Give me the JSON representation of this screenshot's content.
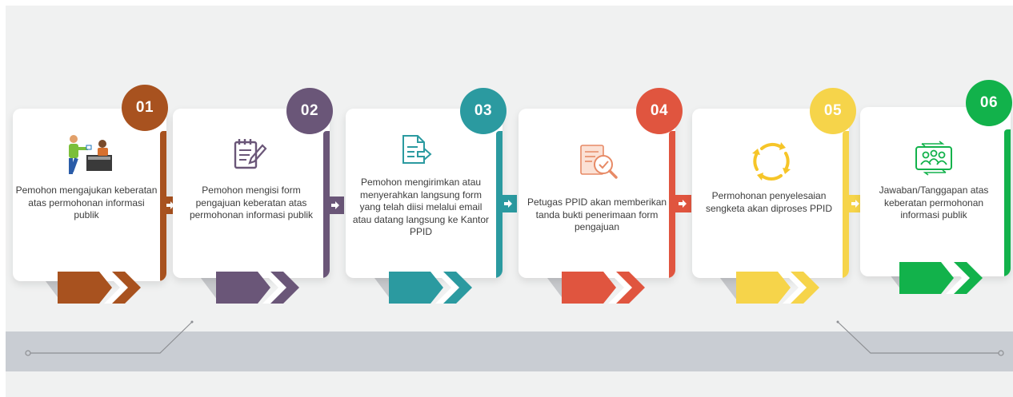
{
  "steps": [
    {
      "number": "01",
      "color": "#a8521f",
      "icon": "person-handing-document-icon",
      "text": "Pemohon mengajukan keberatan atas permohonan informasi publik"
    },
    {
      "number": "02",
      "color": "#6a5678",
      "icon": "notepad-pencil-icon",
      "text": "Pemohon mengisi form pengajuan keberatan atas permohonan informasi publik"
    },
    {
      "number": "03",
      "color": "#2b9aa0",
      "icon": "document-send-icon",
      "text": "Pemohon mengirimkan atau menyerahkan langsung form yang telah diisi melalui email atau datang langsung ke Kantor PPID"
    },
    {
      "number": "04",
      "color": "#e0553f",
      "icon": "document-magnifier-icon",
      "text": "Petugas PPID akan memberikan tanda bukti penerimaan form pengajuan"
    },
    {
      "number": "05",
      "color": "#f6d44a",
      "icon": "cycle-arrows-icon",
      "text": "Permohonan penyelesaian sengketa akan diproses PPID"
    },
    {
      "number": "06",
      "color": "#12b24b",
      "icon": "group-exchange-icon",
      "text": "Jawaban/Tanggapan atas keberatan permohonan informasi publik"
    }
  ]
}
